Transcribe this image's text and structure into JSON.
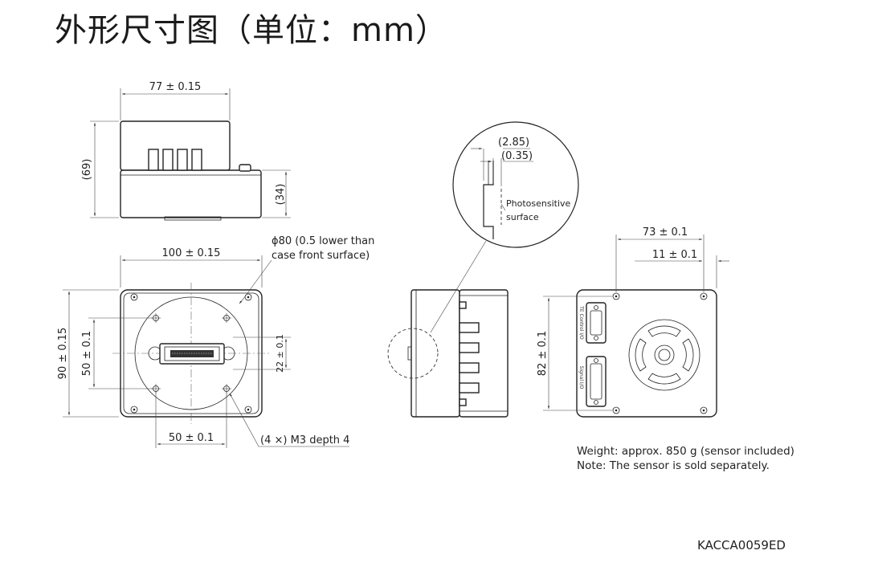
{
  "title": "外形尺寸图（单位：mm）",
  "top_view": {
    "width_dim": "77 ± 0.15",
    "height_dim": "(69)",
    "lower_height_dim": "(34)"
  },
  "front_view": {
    "width_dim": "100 ± 0.15",
    "height_dim": "90 ± 0.15",
    "hole_spacing_v": "50 ± 0.1",
    "hole_spacing_h": "50 ± 0.1",
    "connector_dim": "22 ± 0.1",
    "flange_note_line1": "ϕ80 (0.5 lower than",
    "flange_note_line2": "case front surface)",
    "holes_note": "(4 ×) M3 depth 4"
  },
  "detail_view": {
    "dim_outer": "(2.85)",
    "dim_inner": "(0.35)",
    "label_line1": "Photosensitive",
    "label_line2": "surface"
  },
  "rear_view": {
    "width_dim": "73 ± 0.1",
    "offset_dim": "11 ± 0.1",
    "height_dim": "82 ± 0.1",
    "port_label_top": "TE Control I/O",
    "port_label_bottom": "Signal I/O"
  },
  "notes": {
    "weight": "Weight: approx. 850 g (sensor included)",
    "sensor": "Note: The sensor is sold separately."
  },
  "drawing_code": "KACCA0059ED"
}
